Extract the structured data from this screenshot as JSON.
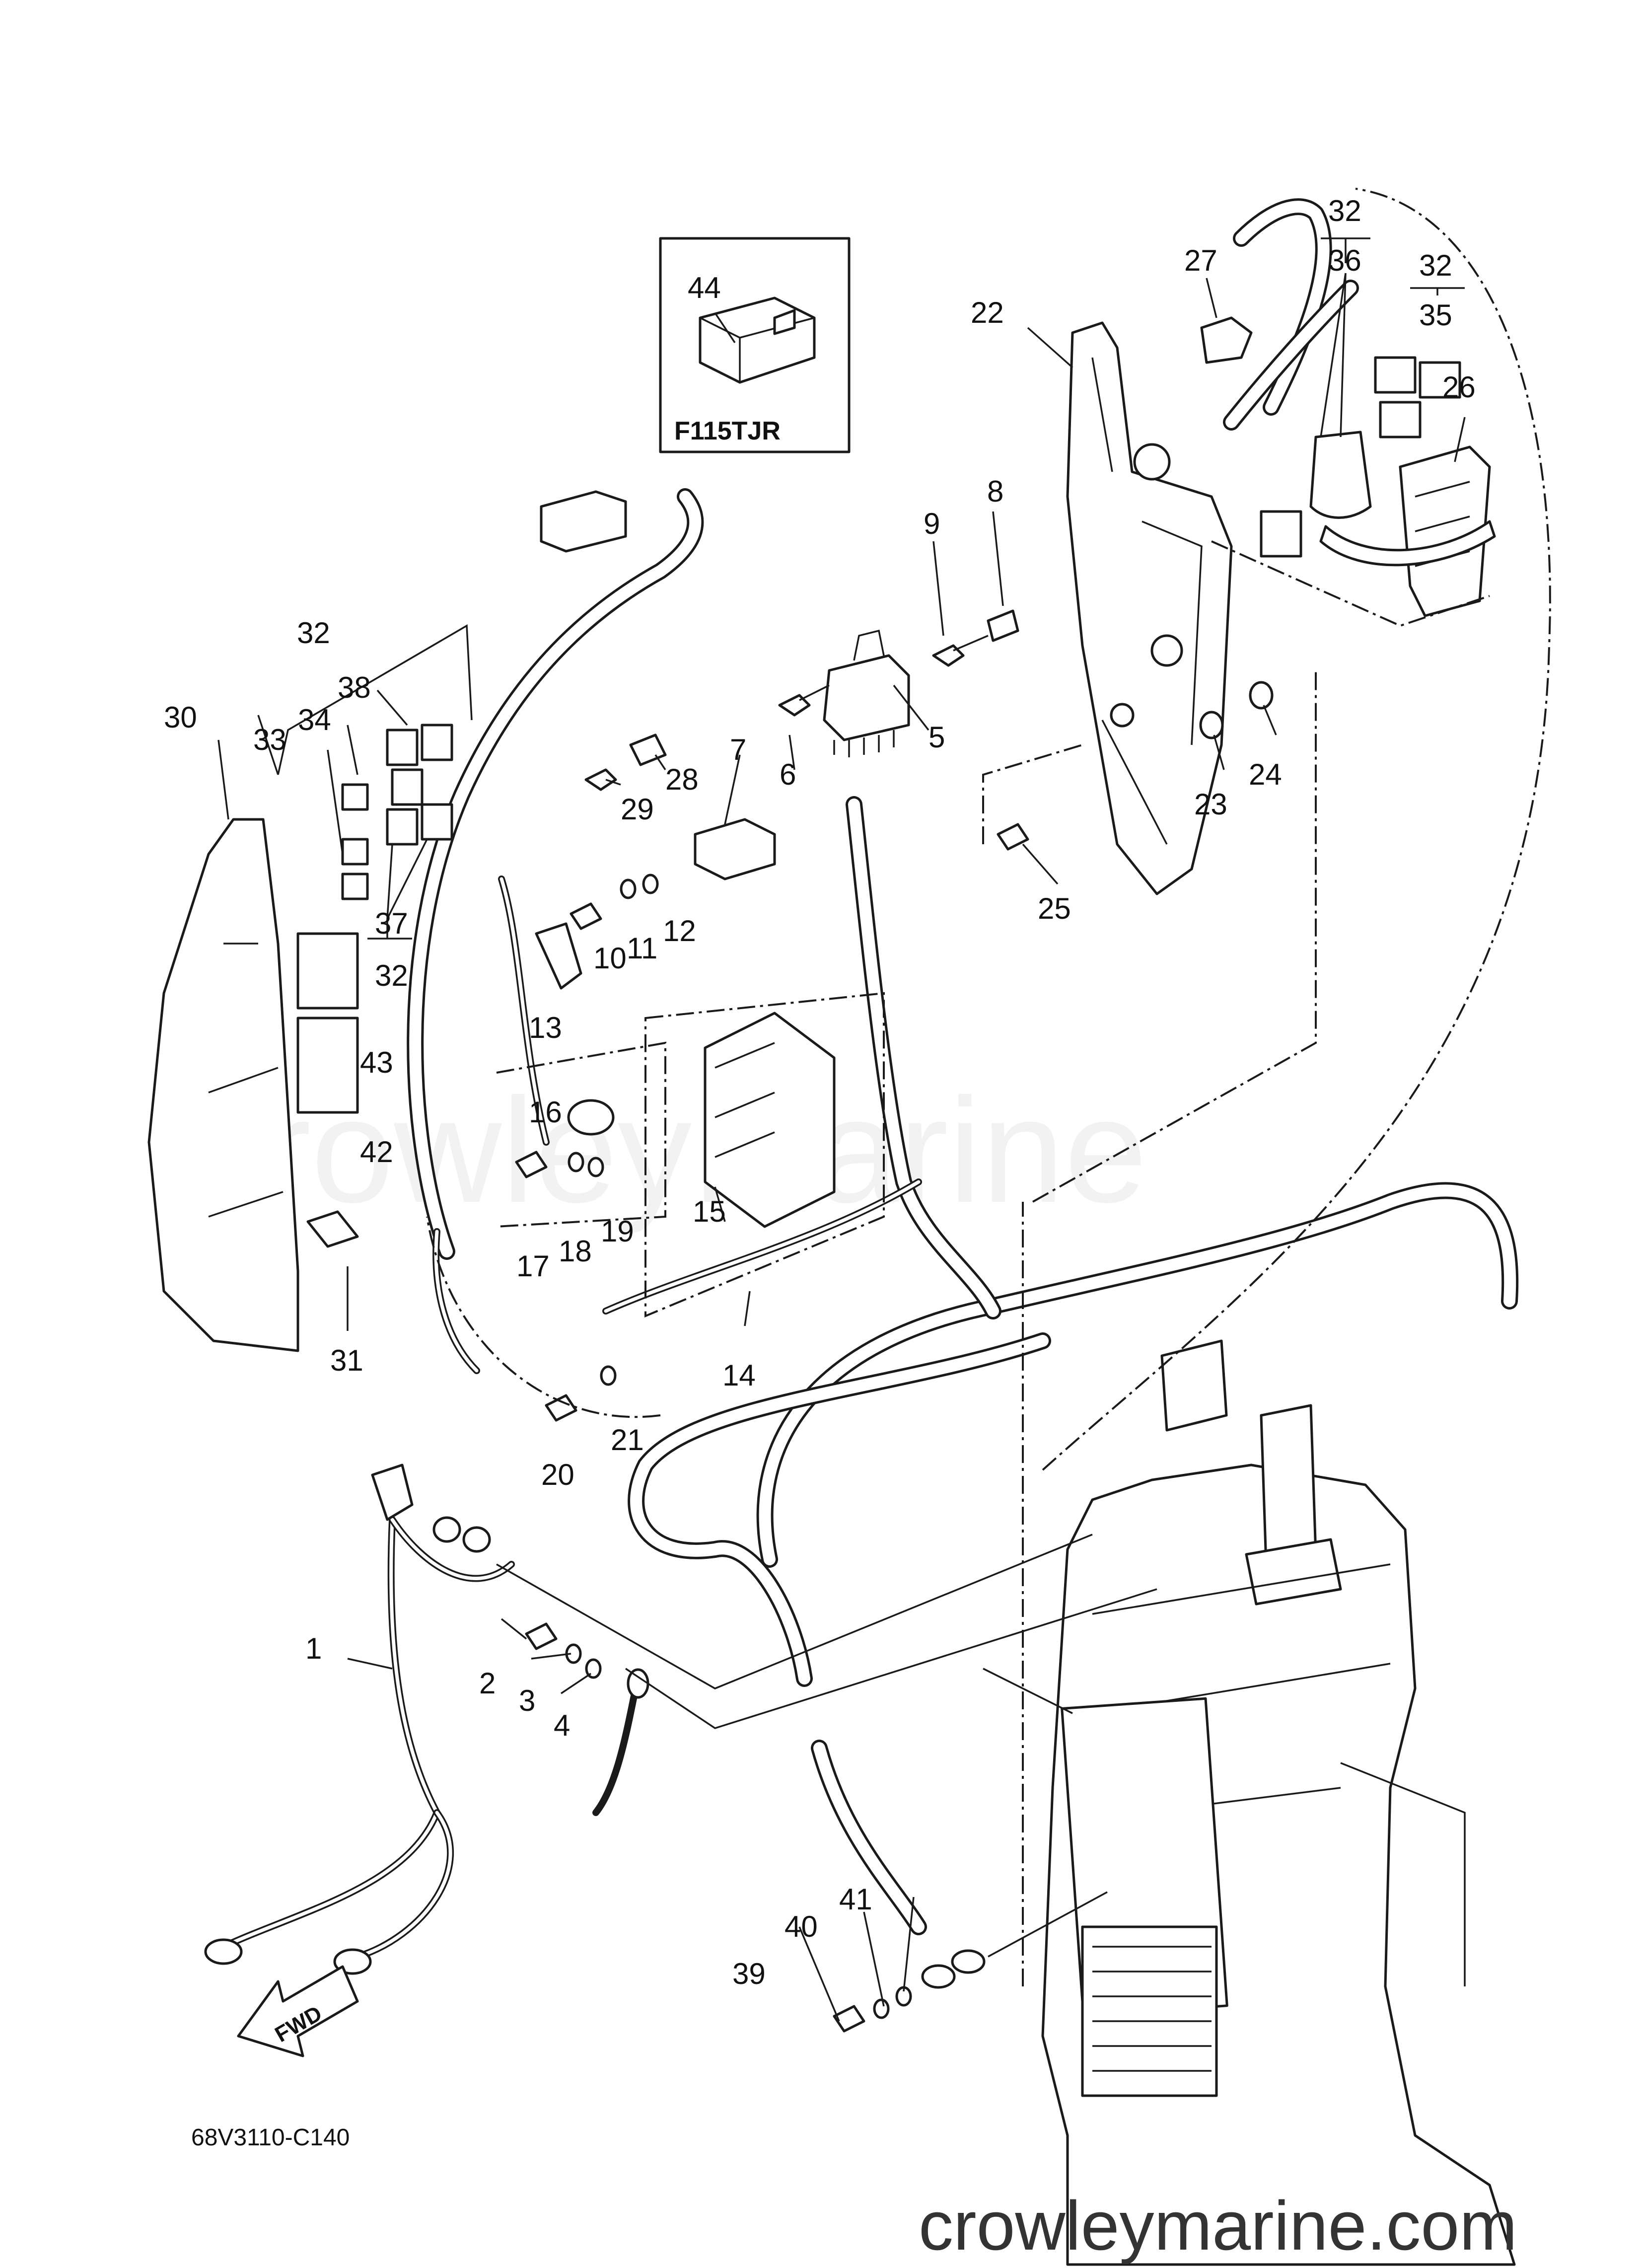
{
  "diagram": {
    "inset_variant": "F115TJR",
    "direction_arrow": "FWD",
    "drawing_code": "68V3110-C140",
    "watermark": "CrowleyMarine",
    "footer_site": "crowleymarine.com",
    "callouts": [
      {
        "id": "c1",
        "label": "1"
      },
      {
        "id": "c2",
        "label": "2"
      },
      {
        "id": "c3",
        "label": "3"
      },
      {
        "id": "c4",
        "label": "4"
      },
      {
        "id": "c5",
        "label": "5"
      },
      {
        "id": "c6",
        "label": "6"
      },
      {
        "id": "c7",
        "label": "7"
      },
      {
        "id": "c8",
        "label": "8"
      },
      {
        "id": "c9",
        "label": "9"
      },
      {
        "id": "c10",
        "label": "10"
      },
      {
        "id": "c11",
        "label": "11"
      },
      {
        "id": "c12",
        "label": "12"
      },
      {
        "id": "c13",
        "label": "13"
      },
      {
        "id": "c14",
        "label": "14"
      },
      {
        "id": "c15",
        "label": "15"
      },
      {
        "id": "c16",
        "label": "16"
      },
      {
        "id": "c17",
        "label": "17"
      },
      {
        "id": "c18",
        "label": "18"
      },
      {
        "id": "c19",
        "label": "19"
      },
      {
        "id": "c20",
        "label": "20"
      },
      {
        "id": "c21",
        "label": "21"
      },
      {
        "id": "c22",
        "label": "22"
      },
      {
        "id": "c23",
        "label": "23"
      },
      {
        "id": "c24",
        "label": "24"
      },
      {
        "id": "c25",
        "label": "25"
      },
      {
        "id": "c26",
        "label": "26"
      },
      {
        "id": "c27",
        "label": "27"
      },
      {
        "id": "c28",
        "label": "28"
      },
      {
        "id": "c29",
        "label": "29"
      },
      {
        "id": "c30",
        "label": "30"
      },
      {
        "id": "c31",
        "label": "31"
      },
      {
        "id": "c32a",
        "label": "32"
      },
      {
        "id": "c32b",
        "label": "32"
      },
      {
        "id": "c32c",
        "label": "32"
      },
      {
        "id": "c32d",
        "label": "32"
      },
      {
        "id": "c33",
        "label": "33"
      },
      {
        "id": "c34",
        "label": "34"
      },
      {
        "id": "c35",
        "label": "35"
      },
      {
        "id": "c36",
        "label": "36"
      },
      {
        "id": "c37",
        "label": "37"
      },
      {
        "id": "c38",
        "label": "38"
      },
      {
        "id": "c39",
        "label": "39"
      },
      {
        "id": "c40",
        "label": "40"
      },
      {
        "id": "c41",
        "label": "41"
      },
      {
        "id": "c42",
        "label": "42"
      },
      {
        "id": "c43",
        "label": "43"
      },
      {
        "id": "c44",
        "label": "44"
      }
    ]
  }
}
